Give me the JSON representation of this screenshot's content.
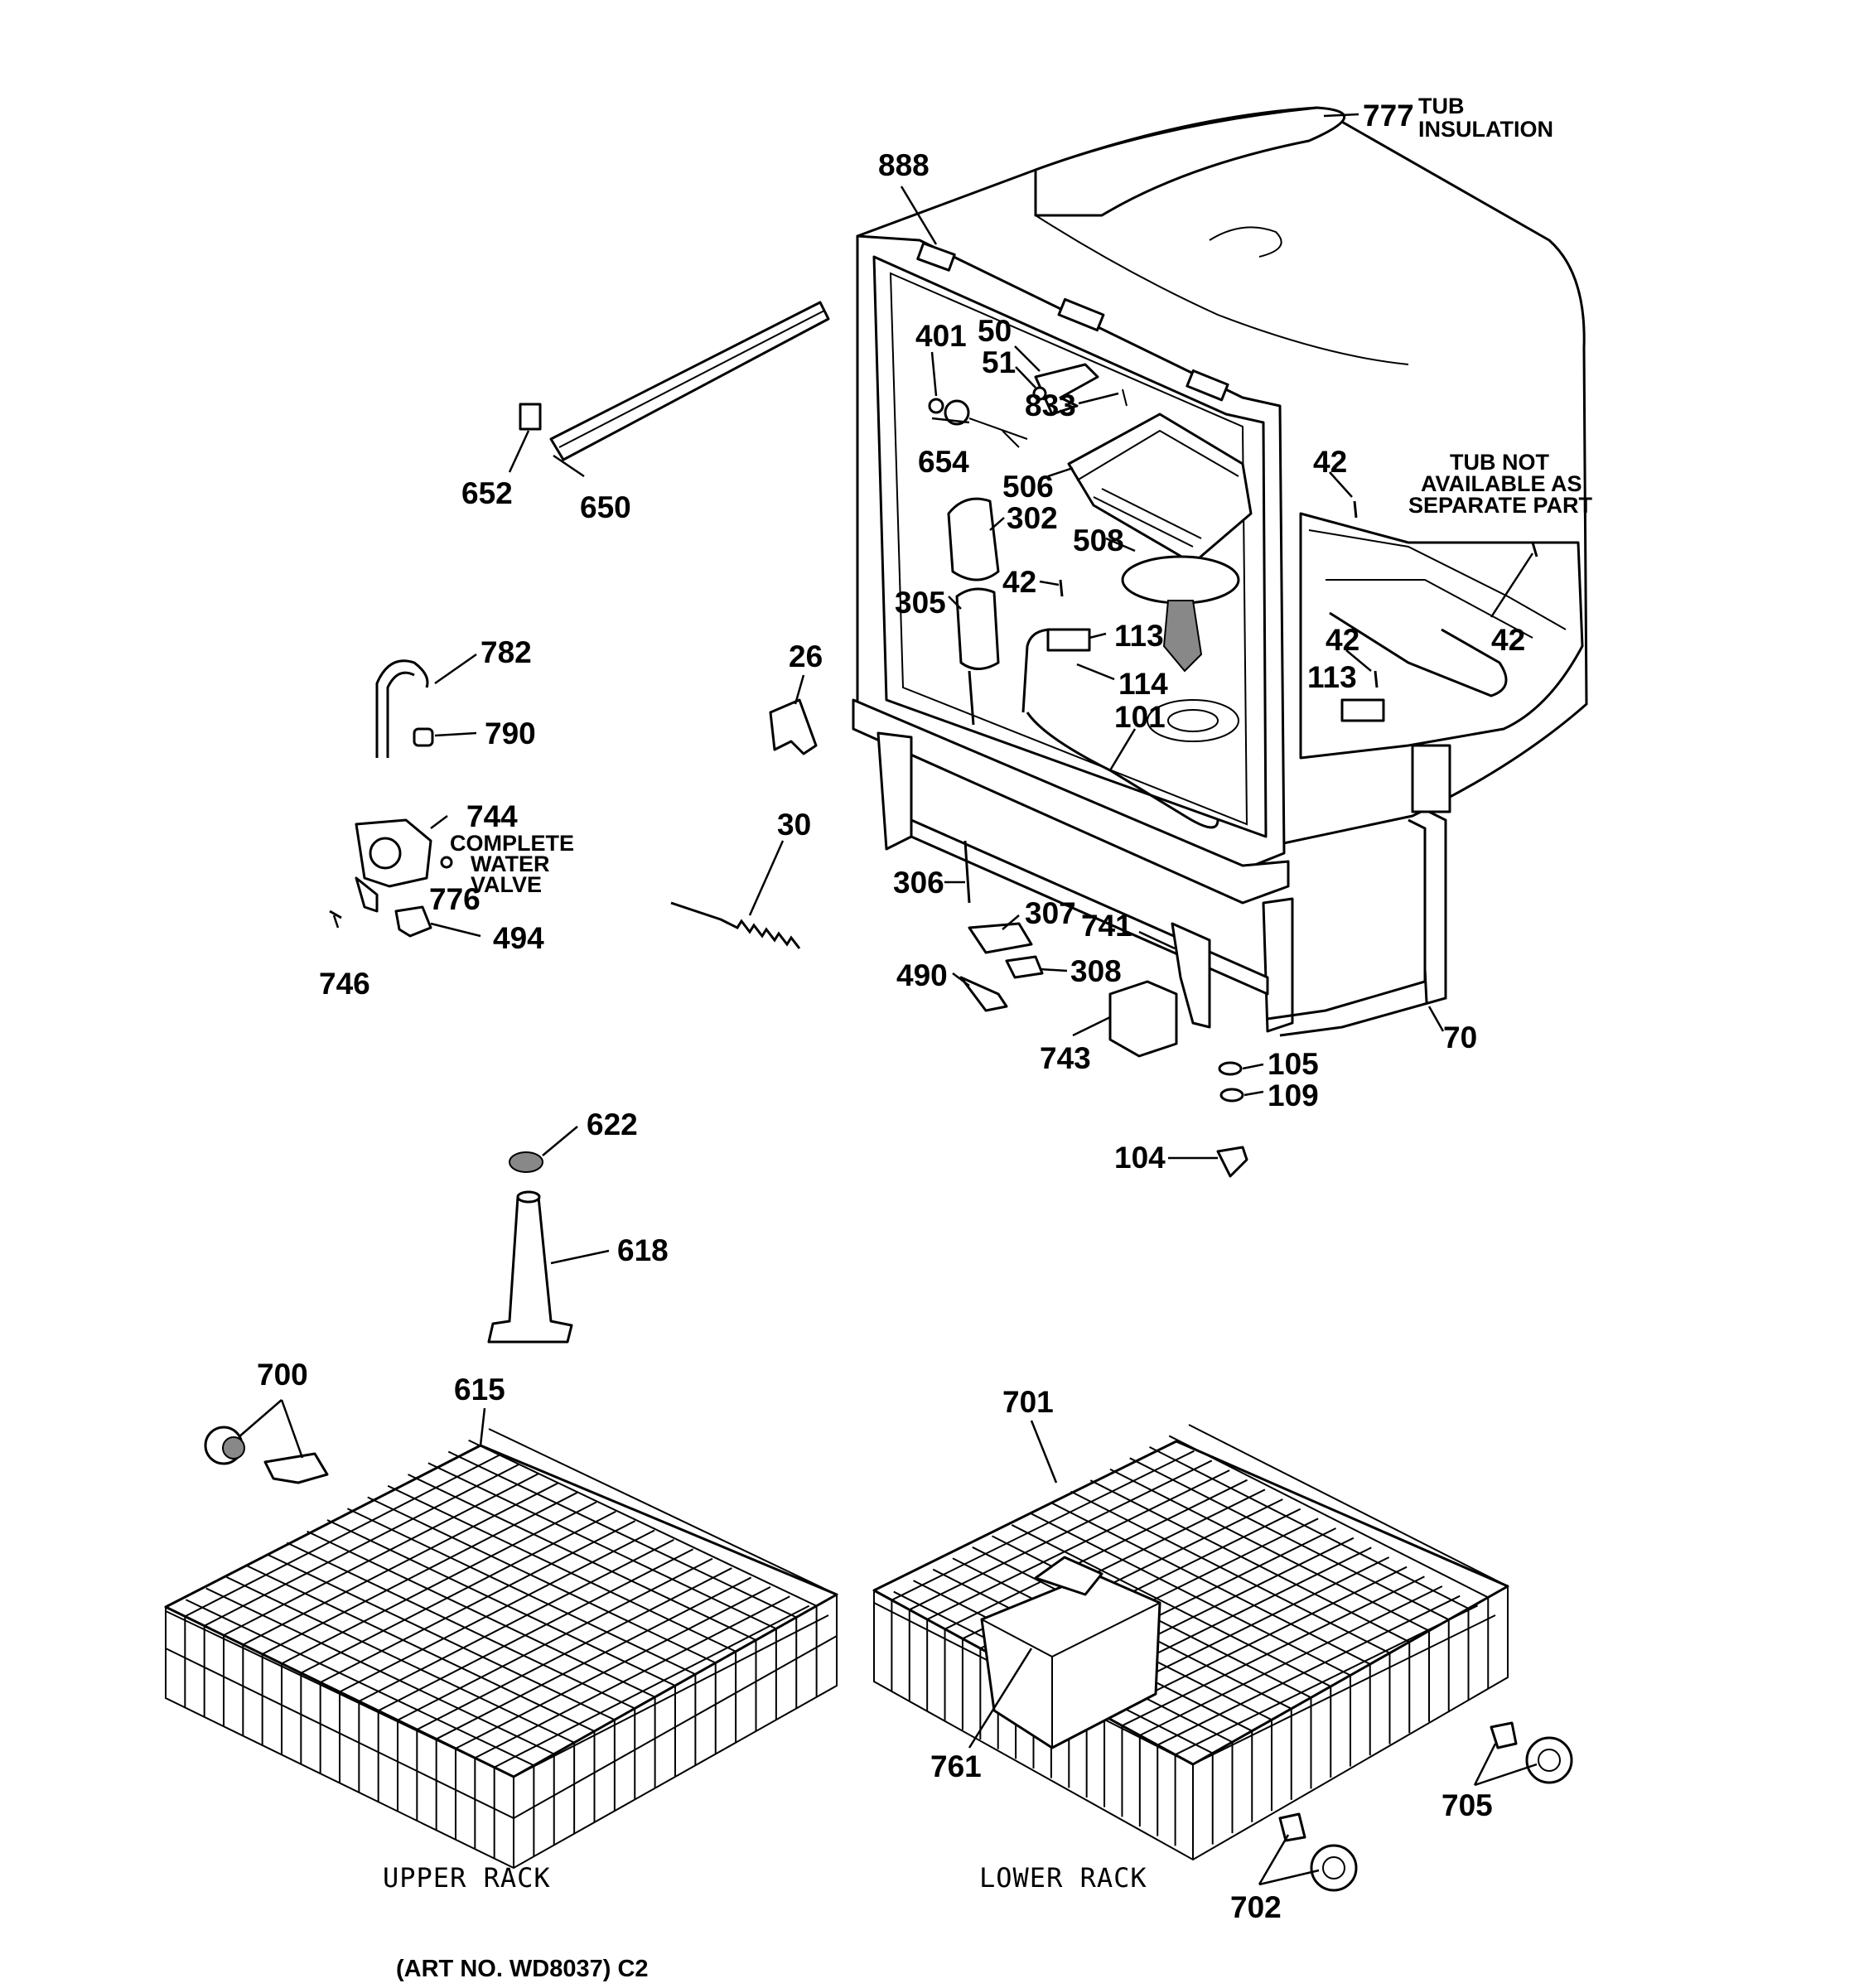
{
  "diagram": {
    "labels": {
      "l777": "777",
      "l888": "888",
      "l401": "401",
      "l50": "50",
      "l51": "51",
      "l833": "833",
      "l654": "654",
      "l506": "506",
      "l302": "302",
      "l508": "508",
      "l42a": "42",
      "l42b": "42",
      "l42c": "42",
      "l42d": "42",
      "l305": "305",
      "l113a": "113",
      "l113b": "113",
      "l114": "114",
      "l101": "101",
      "l26": "26",
      "l652": "652",
      "l650": "650",
      "l782": "782",
      "l790": "790",
      "l744": "744",
      "l776": "776",
      "l746": "746",
      "l494": "494",
      "l30": "30",
      "l306": "306",
      "l307": "307",
      "l741": "741",
      "l308": "308",
      "l490": "490",
      "l743": "743",
      "l70": "70",
      "l105": "105",
      "l109": "109",
      "l104": "104",
      "l622": "622",
      "l618": "618",
      "l700": "700",
      "l615": "615",
      "l701": "701",
      "l761": "761",
      "l705": "705",
      "l702": "702"
    },
    "notes": {
      "tub_insulation_1": "TUB",
      "tub_insulation_2": "INSULATION",
      "tub_na_1": "TUB NOT",
      "tub_na_2": "AVAILABLE AS",
      "tub_na_3": "SEPARATE PART",
      "valve_1": "COMPLETE",
      "valve_2": "WATER",
      "valve_3": "VALVE"
    },
    "captions": {
      "upper_rack": "UPPER RACK",
      "lower_rack": "LOWER RACK",
      "art_no": "(ART NO. WD8037) C2"
    }
  }
}
